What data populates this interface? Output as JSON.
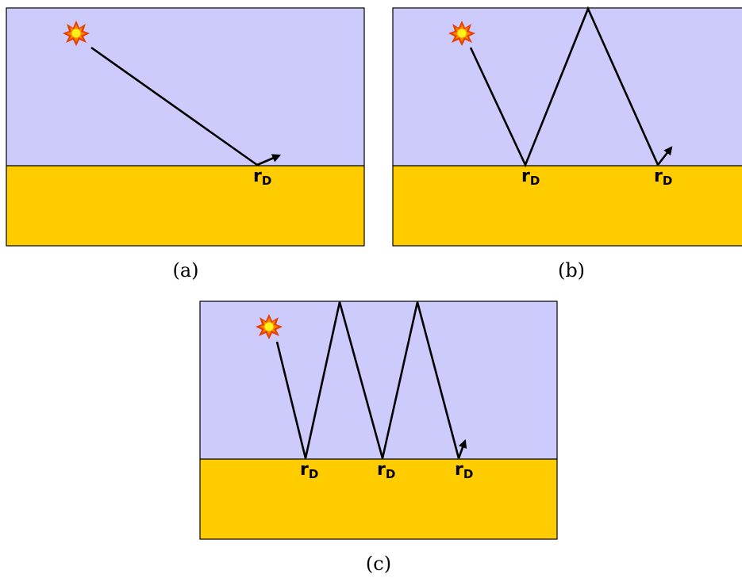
{
  "colors": {
    "medium": "#cccbfb",
    "ground": "#ffcc00",
    "border": "#000000",
    "ray": "#000000",
    "source_outer": "#e63d00",
    "source_mid": "#ff8a00",
    "source_inner": "#fff21a"
  },
  "icons": {
    "source": "explosion-icon"
  },
  "panels": [
    {
      "caption": "(a)",
      "detector_labels": [
        {
          "main": "r",
          "sub": "D"
        }
      ]
    },
    {
      "caption": "(b)",
      "detector_labels": [
        {
          "main": "r",
          "sub": "D"
        },
        {
          "main": "r",
          "sub": "D"
        }
      ]
    },
    {
      "caption": "(c)",
      "detector_labels": [
        {
          "main": "r",
          "sub": "D"
        },
        {
          "main": "r",
          "sub": "D"
        },
        {
          "main": "r",
          "sub": "D"
        }
      ]
    }
  ]
}
